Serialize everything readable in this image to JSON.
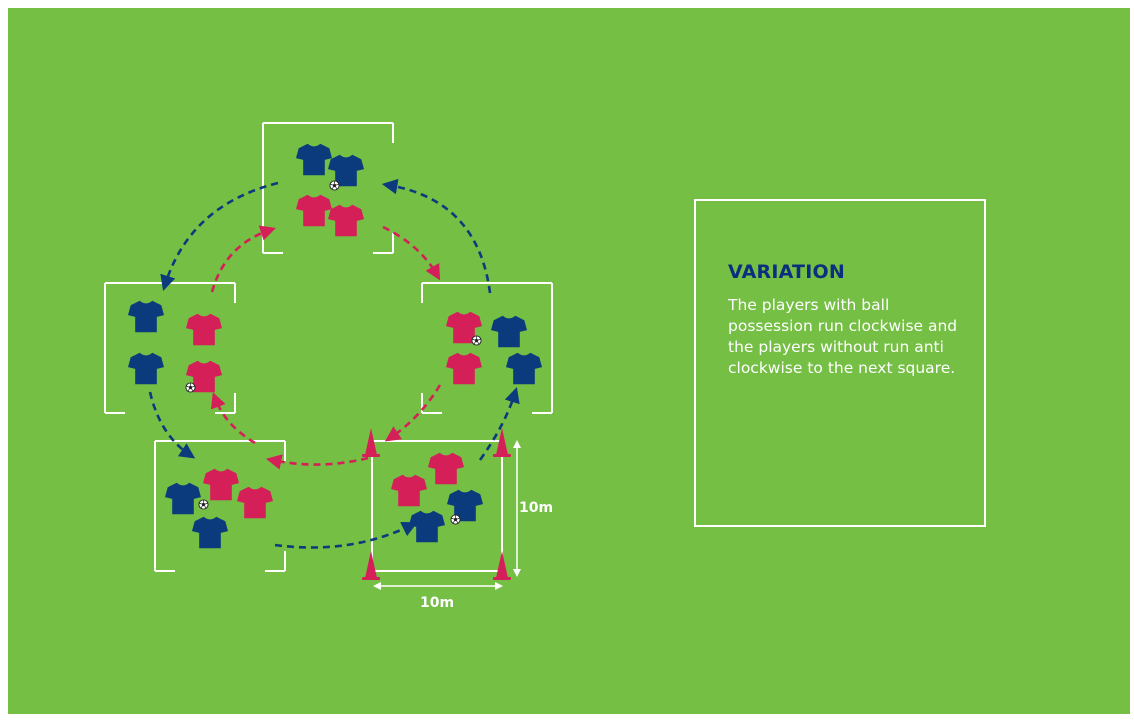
{
  "info_panel": {
    "title": "VARIATION",
    "text": "The players with ball possession run clockwise and the players without run anti clockwise to the next square."
  },
  "dimensions": {
    "vertical_label": "10m",
    "horizontal_label": "10m"
  },
  "colors": {
    "field": "#74bf44",
    "team_blue": "#0b3b7d",
    "team_red": "#d51f59",
    "arrow_blue": "#0b3b7d",
    "arrow_red": "#d51f59",
    "lines": "#ffffff",
    "cone": "#d51f59",
    "title": "#0b2f7e"
  },
  "icons": {
    "player_shirt": "shirt-icon",
    "ball": "soccer-ball-icon",
    "cone": "cone-icon"
  }
}
